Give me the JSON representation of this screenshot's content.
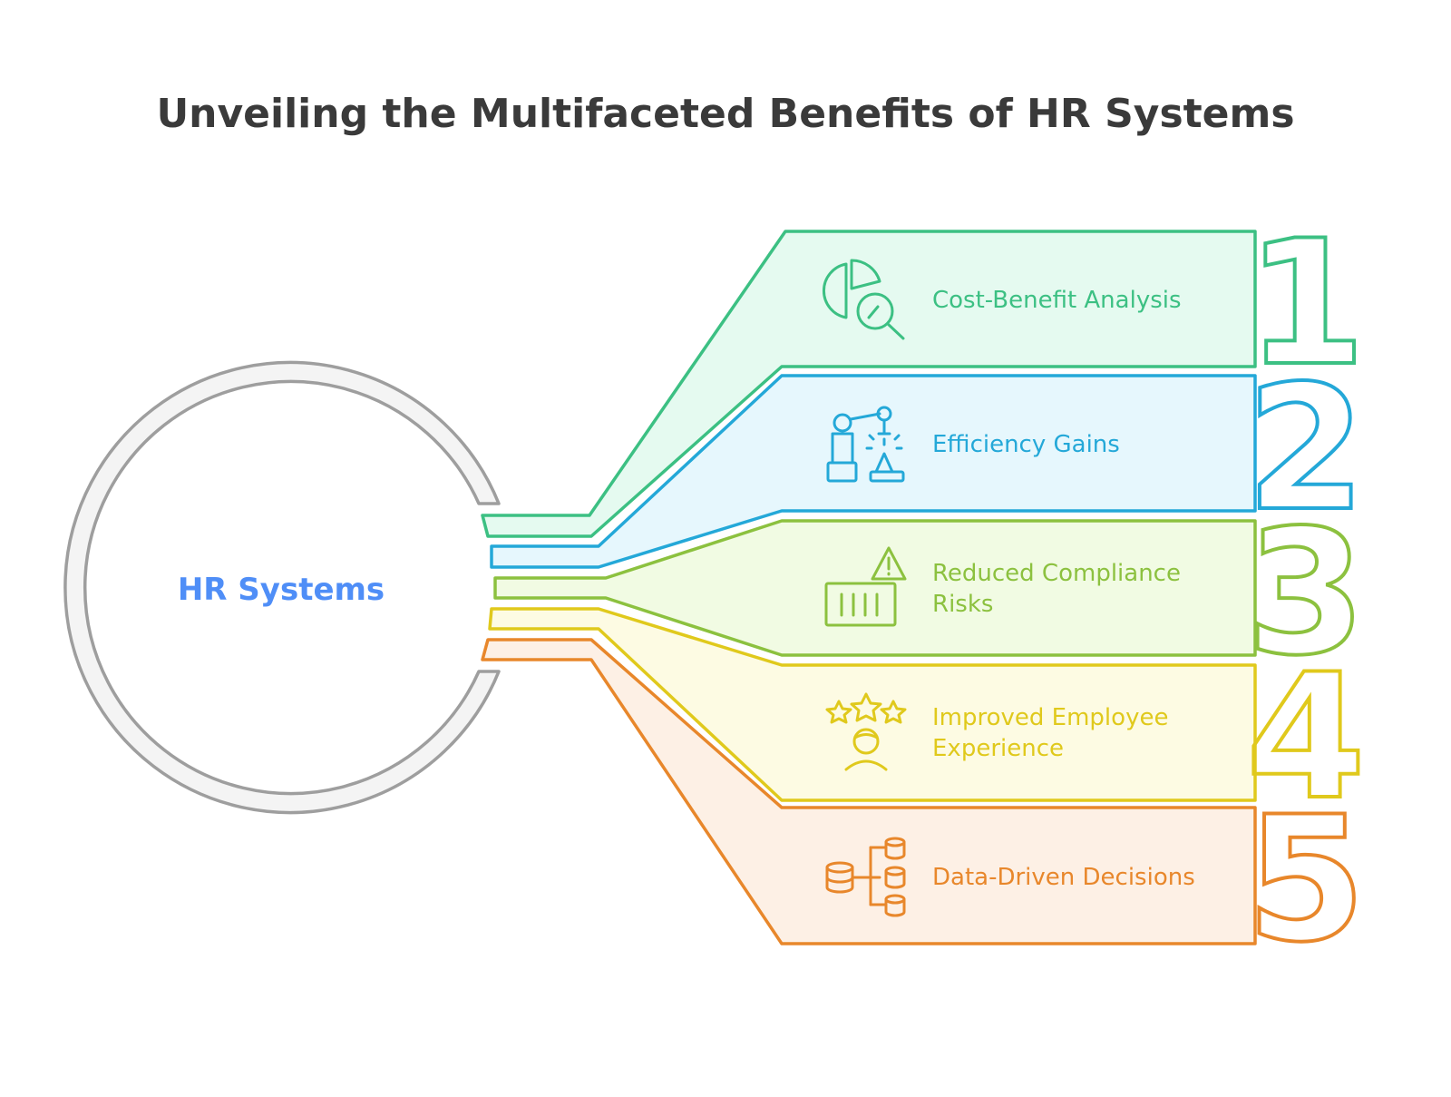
{
  "title": "Unveiling the Multifaceted Benefits of HR Systems",
  "center": {
    "label": "HR Systems",
    "color": "#4F8EF7"
  },
  "items": [
    {
      "number": "1",
      "label_lines": [
        "Cost-Benefit Analysis"
      ],
      "icon": "pie-chart-magnifier-icon",
      "color": "#3CC083",
      "fill": "#E5FAF0"
    },
    {
      "number": "2",
      "label_lines": [
        "Efficiency Gains"
      ],
      "icon": "robotic-arm-icon",
      "color": "#24A8D8",
      "fill": "#E6F7FD"
    },
    {
      "number": "3",
      "label_lines": [
        "Reduced Compliance",
        "Risks"
      ],
      "icon": "warning-container-icon",
      "color": "#8CC13F",
      "fill": "#F1FBE3"
    },
    {
      "number": "4",
      "label_lines": [
        "Improved Employee",
        "Experience"
      ],
      "icon": "stars-person-icon",
      "color": "#E0C91C",
      "fill": "#FDFBE3"
    },
    {
      "number": "5",
      "label_lines": [
        "Data-Driven Decisions"
      ],
      "icon": "database-stack-icon",
      "color": "#E8872B",
      "fill": "#FDF0E5"
    }
  ]
}
